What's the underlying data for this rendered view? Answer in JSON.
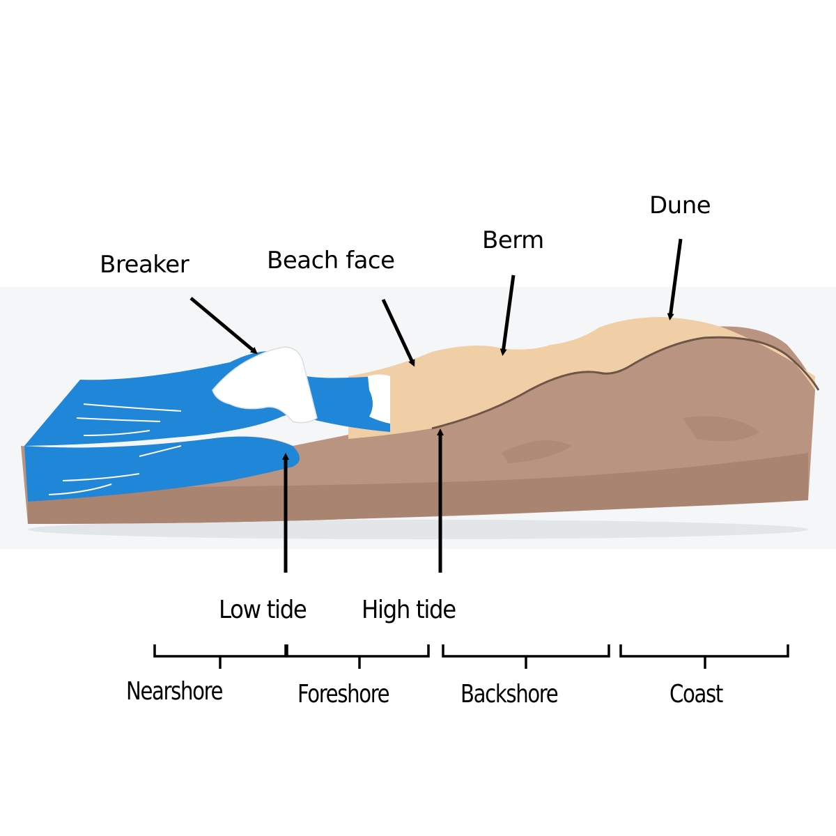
{
  "diagram": {
    "subject": "Beach profile paper model",
    "colors": {
      "background": "#ffffff",
      "photo_background": "#f4f6f7",
      "water": "#1f86d8",
      "water_dark": "#1a74c4",
      "foam": "#ffffff",
      "sand_top": "#f1cfa6",
      "sand_side": "#b99480",
      "sand_side_dark": "#a98470",
      "arrow": "#000000"
    },
    "feature_labels": [
      {
        "id": "breaker",
        "text": "Breaker"
      },
      {
        "id": "beach-face",
        "text": "Beach face"
      },
      {
        "id": "berm",
        "text": "Berm"
      },
      {
        "id": "dune",
        "text": "Dune"
      }
    ],
    "tide_labels": [
      {
        "id": "low-tide",
        "text": "Low tide"
      },
      {
        "id": "high-tide",
        "text": "High tide"
      }
    ],
    "zones": [
      {
        "id": "nearshore",
        "text": "Nearshore"
      },
      {
        "id": "foreshore",
        "text": "Foreshore"
      },
      {
        "id": "backshore",
        "text": "Backshore"
      },
      {
        "id": "coast",
        "text": "Coast"
      }
    ]
  }
}
